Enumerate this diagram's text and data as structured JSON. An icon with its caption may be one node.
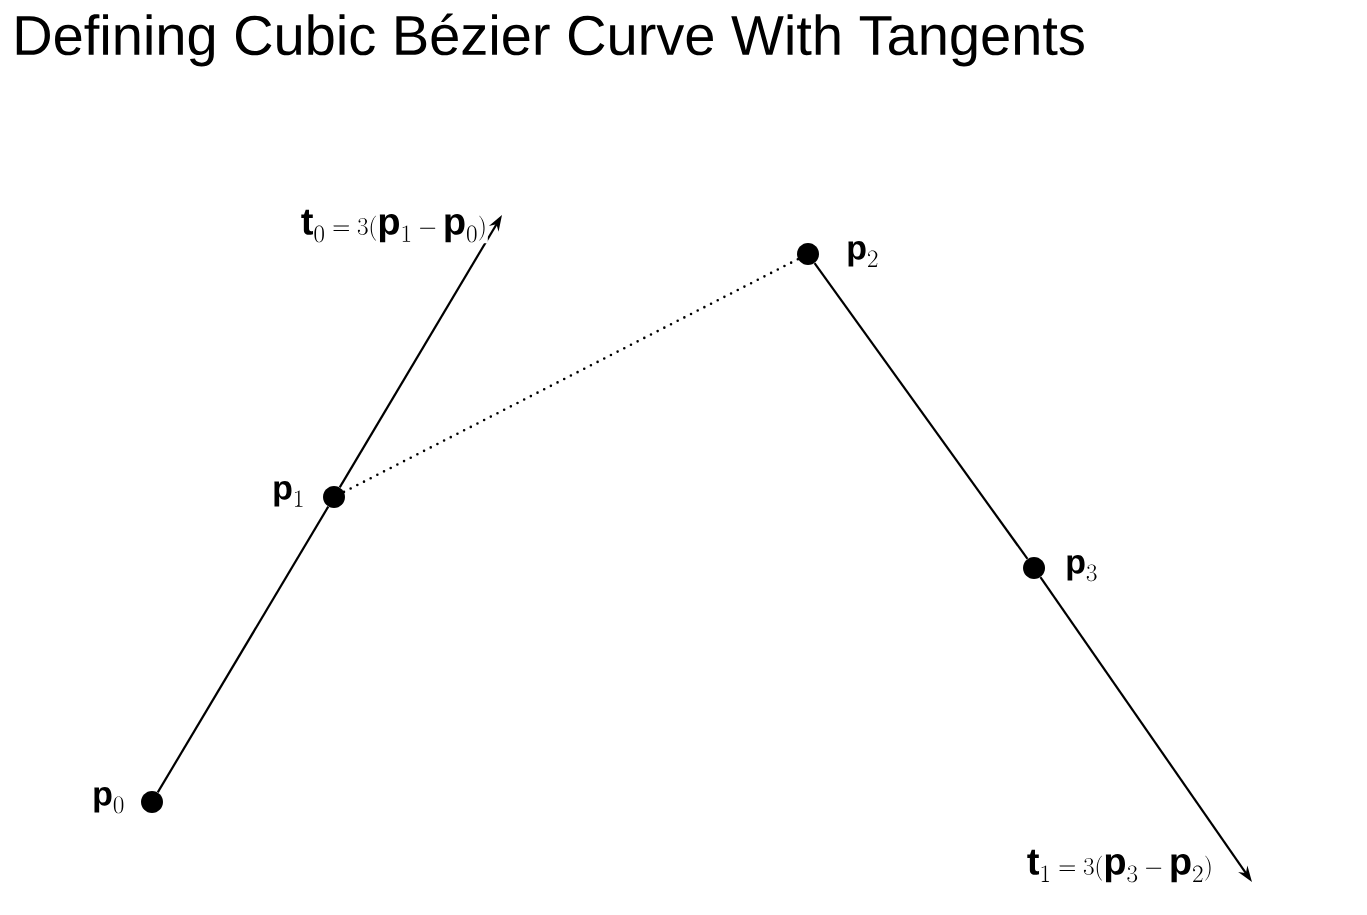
{
  "diagram": {
    "title": "Defining Cubic Bézier Curve With Tangents",
    "nodes": [
      {
        "text": [],
        "shape": "circle",
        "beside": [
          "\\mathbf{p}_0"
        ]
      },
      {
        "text": [],
        "shape": "circle",
        "beside": [
          "\\mathbf{p}_1"
        ]
      },
      {
        "text": [],
        "shape": "circle",
        "beside": [
          "\\mathbf{p}_2"
        ]
      },
      {
        "text": [],
        "shape": "circle",
        "beside": [
          "\\mathbf{p}_3"
        ]
      }
    ],
    "edges": [
      {
        "from": 0,
        "to": 1,
        "arrow": "none"
      },
      {
        "from": 1,
        "to": null,
        "arrow": "to",
        "label": "\\mathbf{t}_0 = 3(\\mathbf{p}_1 - \\mathbf{p}_0)"
      },
      {
        "from": 1,
        "to": 2,
        "arrow": "none",
        "style": "dashed"
      },
      {
        "from": 2,
        "to": 3,
        "arrow": "none"
      },
      {
        "from": 3,
        "to": null,
        "arrow": "to",
        "label": "\\mathbf{t}_1 = 3(\\mathbf{p}_3 - \\mathbf{p}_2)"
      }
    ]
  }
}
